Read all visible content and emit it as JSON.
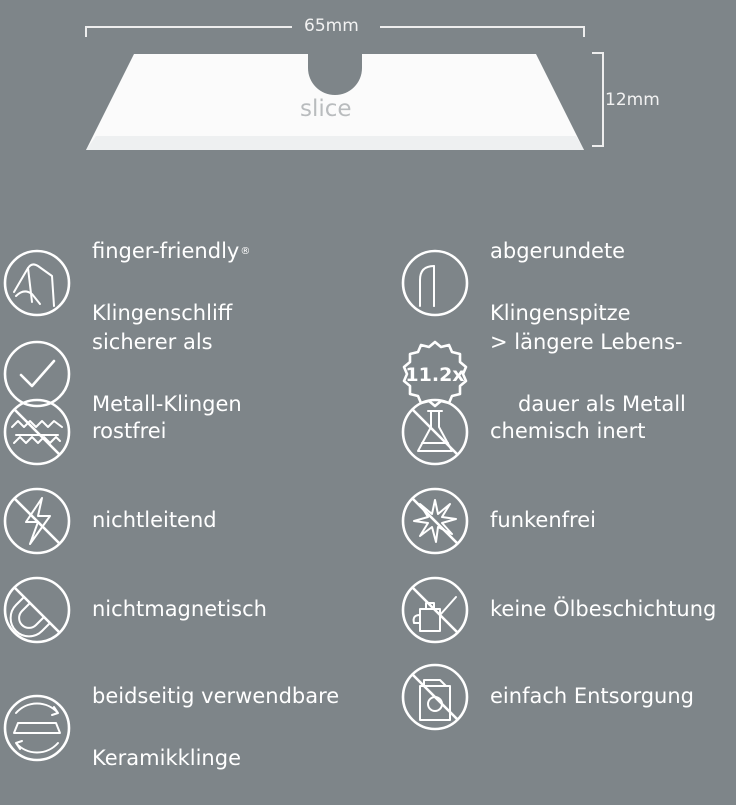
{
  "blade": {
    "width_label": "65mm",
    "height_label": "12mm",
    "brand": "slice"
  },
  "features": [
    {
      "icon": "finger-friendly-icon",
      "line1": "finger-friendly",
      "line2": "Klingenschliff",
      "mark": "®"
    },
    {
      "icon": "rounded-tip-icon",
      "line1": "abgerundete",
      "line2": "Klingenspitze"
    },
    {
      "icon": "checkmark-icon",
      "line1": "sicherer als",
      "line2": "Metall-Klingen"
    },
    {
      "icon": "lifespan-icon",
      "icon_text": "11.2x",
      "line1": ">  längere Lebens-",
      "line2": "dauer als Metall"
    },
    {
      "icon": "rust-free-icon",
      "line1": "rostfrei",
      "line2": ""
    },
    {
      "icon": "chemical-inert-icon",
      "line1": "chemisch inert",
      "line2": ""
    },
    {
      "icon": "non-conductive-icon",
      "line1": "nichtleitend",
      "line2": ""
    },
    {
      "icon": "spark-free-icon",
      "line1": "funkenfrei",
      "line2": ""
    },
    {
      "icon": "non-magnetic-icon",
      "line1": "nichtmagnetisch",
      "line2": ""
    },
    {
      "icon": "no-oil-icon",
      "line1": "keine Ölbeschichtung",
      "line2": ""
    },
    {
      "icon": "double-sided-blade-icon",
      "line1": "beidseitig verwendbare",
      "line2": "Keramikklinge"
    },
    {
      "icon": "easy-disposal-icon",
      "line1": "einfach Entsorgung",
      "line2": ""
    }
  ]
}
